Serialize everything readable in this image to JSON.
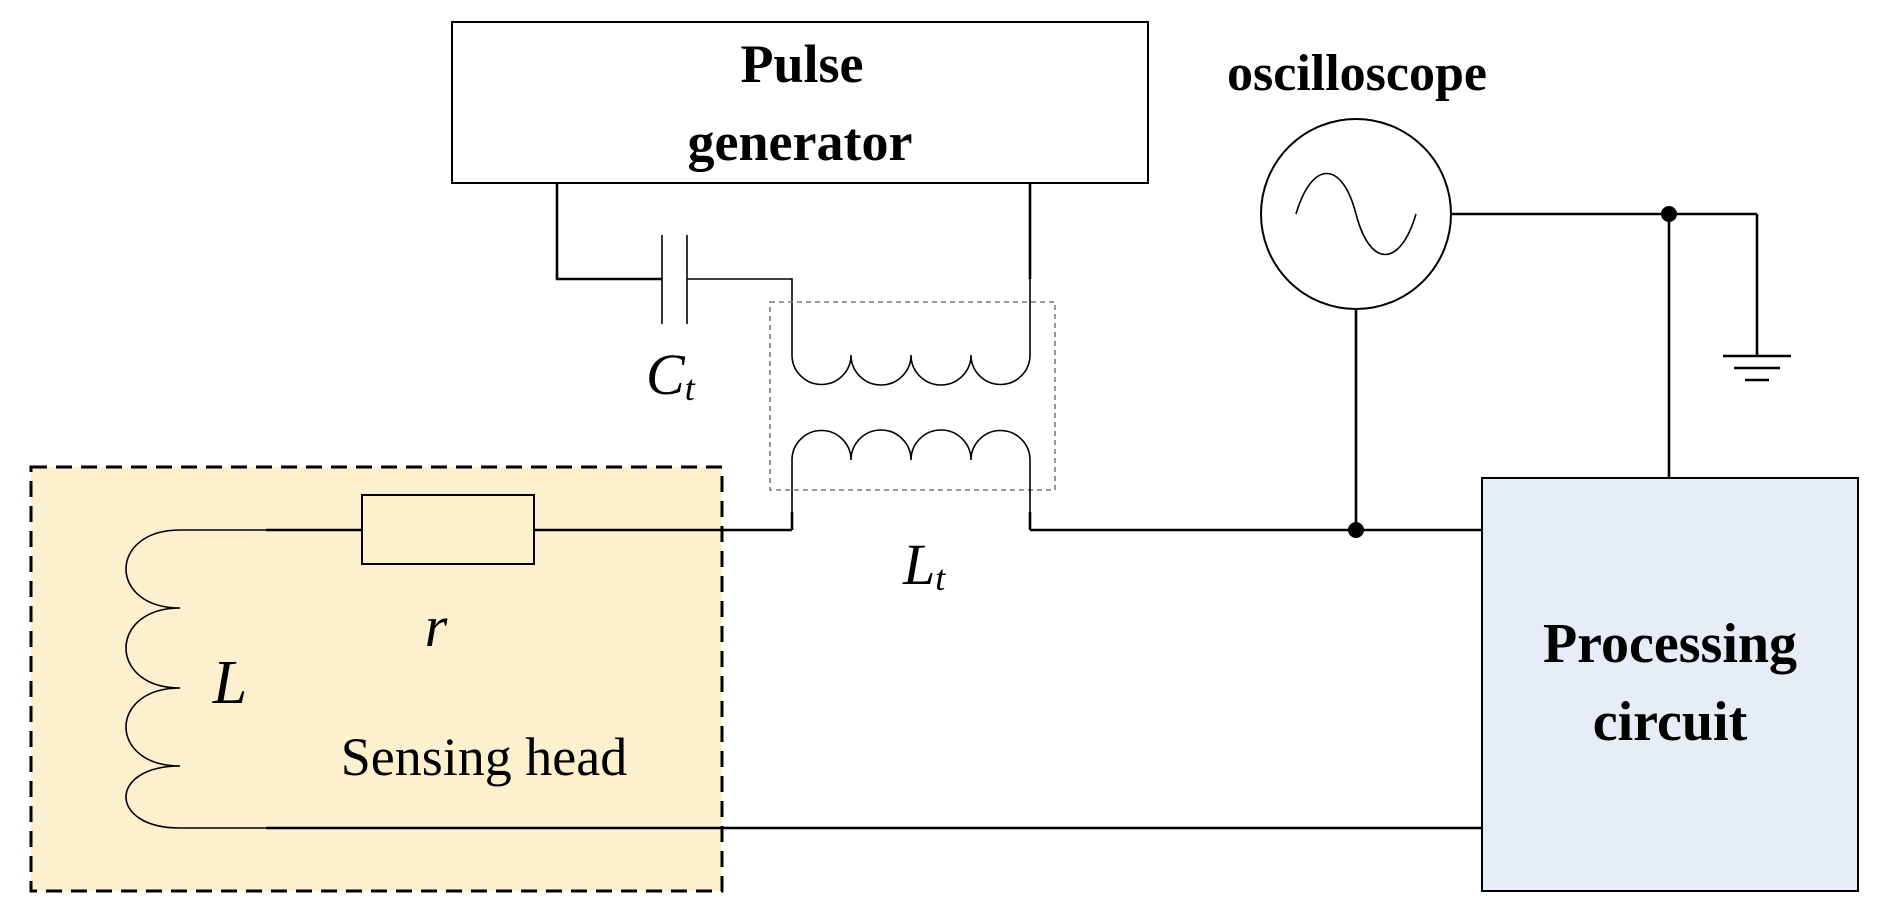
{
  "pulse_generator": {
    "line1": "Pulse",
    "line2": "generator"
  },
  "oscilloscope": {
    "label": "oscilloscope"
  },
  "capacitor": {
    "symbol": "C",
    "subscript": "t"
  },
  "transformer": {
    "symbol": "L",
    "subscript": "t"
  },
  "sensing_head": {
    "label": "Sensing head",
    "inductor_symbol": "L",
    "resistor_symbol": "r"
  },
  "processing_circuit": {
    "line1": "Processing",
    "line2": "circuit"
  },
  "colors": {
    "sensing_head_fill": "#fdf0cf",
    "processing_fill": "#e6edf7",
    "line": "#000000",
    "transformer_box": "#7a7a7a"
  }
}
